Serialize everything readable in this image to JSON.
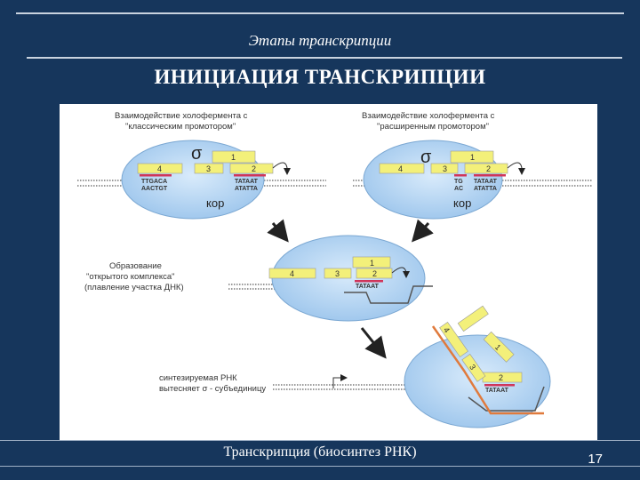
{
  "slide": {
    "subtitle": "Этапы транскрипции",
    "title": "ИНИЦИАЦИЯ ТРАНСКРИПЦИИ",
    "footer": "Транскрипция (биосинтез РНК)",
    "page_number": "17"
  },
  "diagram": {
    "panel_left_caption_1": "Взаимодействие холофермента с",
    "panel_left_caption_2": "\"классическим промотором\"",
    "panel_right_caption_1": "Взаимодействие холофермента с",
    "panel_right_caption_2": "\"расширенным промотором\"",
    "sigma": "σ",
    "core": "кор",
    "seq_ttgaca": "TTGACA",
    "seq_aactgt": "AACTGT",
    "seq_tataat": "TATAAT",
    "seq_atatta": "ATATTA",
    "seq_tg": "TG",
    "seq_ac": "AC",
    "open_caption_1": "Образование",
    "open_caption_2": "\"открытого комплекса\"",
    "open_caption_3": "(плавление участка ДНК)",
    "rna_caption_1": "синтезируемая РНК",
    "rna_caption_2": "вытесняет   σ - субъединицу",
    "domain_1": "1",
    "domain_2": "2",
    "domain_3": "3",
    "domain_4": "4",
    "colors": {
      "background": "#16365c",
      "ellipse": "#b3d4f2",
      "domain": "#f3f07a",
      "rna": "#e07a3c",
      "promoter_mark": "#d0355a"
    }
  }
}
